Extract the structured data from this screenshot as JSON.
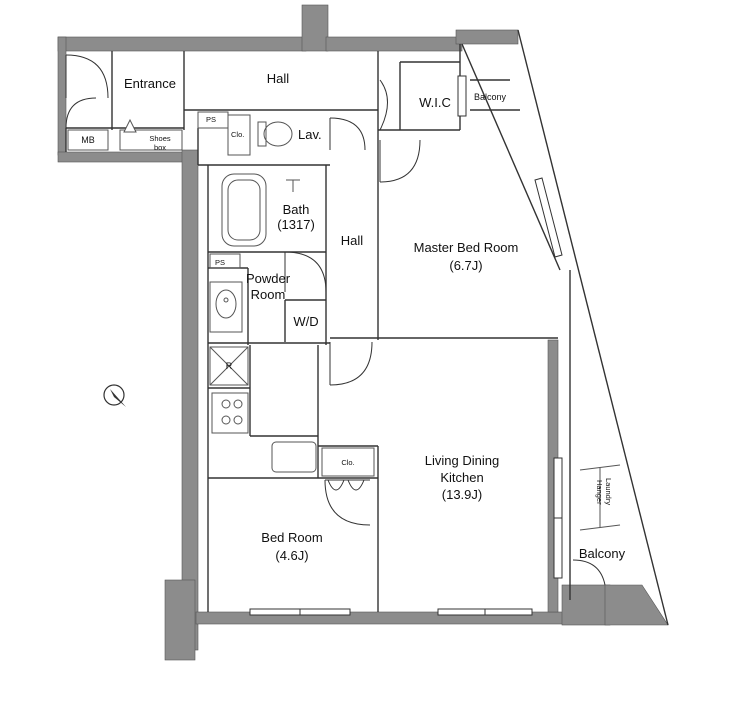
{
  "floor_plan": {
    "rooms": {
      "entrance": "Entrance",
      "hall_top": "Hall",
      "wic": "W.I.C",
      "balcony_top": "Balcony",
      "mb": "MB",
      "shoes_box_1": "Shoes",
      "shoes_box_2": "box",
      "ps_top": "PS",
      "clo_lav": "Clo.",
      "lav": "Lav.",
      "bath": "Bath",
      "bath_size": "(1317)",
      "hall_mid": "Hall",
      "master_bed": "Master Bed Room",
      "master_bed_size": "(6.7J)",
      "ps_powder": "PS",
      "powder_1": "Powder",
      "powder_2": "Room",
      "wd": "W/D",
      "refrigerator": "R",
      "clo_bed": "Clo.",
      "ldk_1": "Living Dining",
      "ldk_2": "Kitchen",
      "ldk_size": "(13.9J)",
      "laundry_1": "Laundry",
      "laundry_2": "Hanger",
      "bed": "Bed Room",
      "bed_size": "(4.6J)",
      "balcony_side": "Balcony"
    },
    "colors": {
      "wall": "#8c8c8c",
      "line": "#333333",
      "fixture": "#555555"
    },
    "icons": [
      "north-arrow-icon",
      "stove-icon",
      "bathtub-icon",
      "toilet-icon",
      "washbasin-icon"
    ]
  }
}
